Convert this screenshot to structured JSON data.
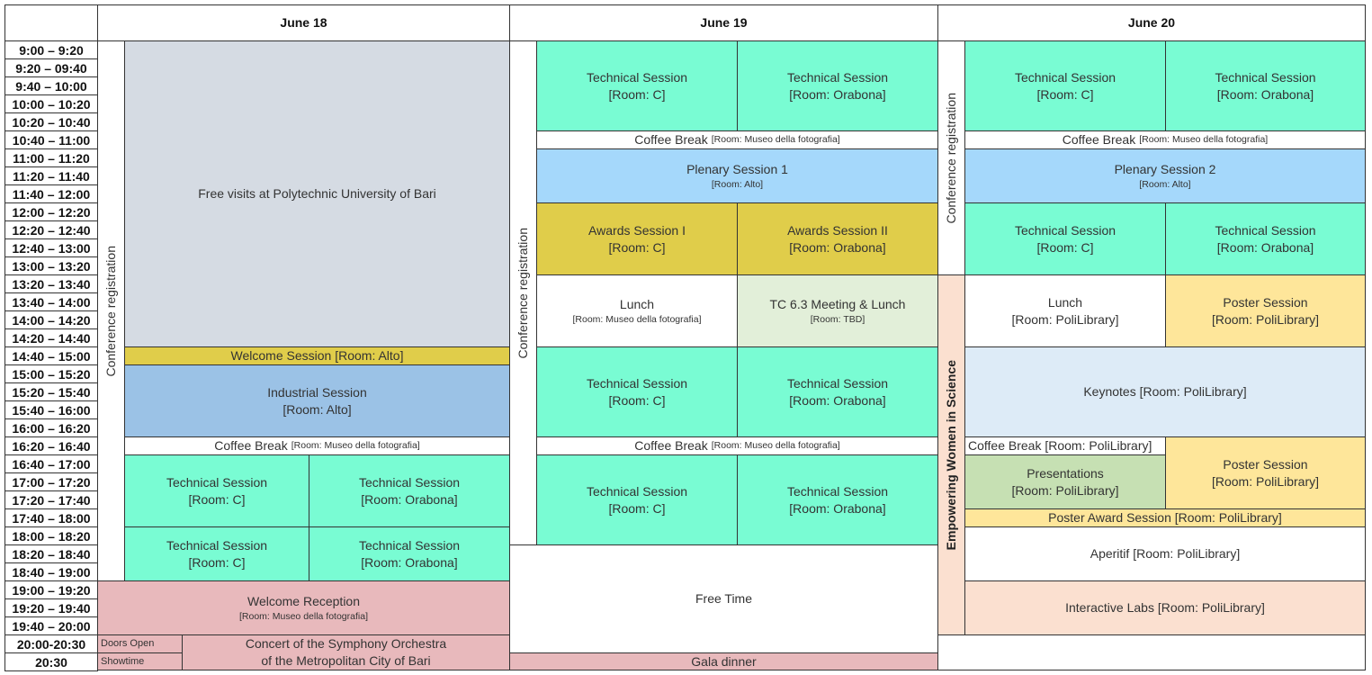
{
  "colors": {
    "technical": "#79fcd3",
    "free_visits": "#d5dbe3",
    "welcome_session": "#e0cd4a",
    "industrial": "#9bc2e6",
    "plenary": "#a5d8fb",
    "awards": "#e0cd4a",
    "tc_meeting": "#e2efd9",
    "reception": "#e8b9bc",
    "poster": "#fee69a",
    "keynotes": "#ddebf7",
    "presentations": "#c6e0b3",
    "interactive": "#fbe0d0",
    "empowering": "#fbe0d0",
    "white": "#ffffff"
  },
  "days": [
    "June 18",
    "June 19",
    "June 20"
  ],
  "times": [
    "9:00 – 9:20",
    "9:20 – 09:40",
    "9:40 – 10:00",
    "10:00 – 10:20",
    "10:20 – 10:40",
    "10:40 – 11:00",
    "11:00 – 11:20",
    "11:20 – 11:40",
    "11:40 – 12:00",
    "12:00 – 12:20",
    "12:20 – 12:40",
    "12:40 – 13:00",
    "13:00 – 13:20",
    "13:20 – 13:40",
    "13:40 – 14:00",
    "14:00 – 14:20",
    "14:20 – 14:40",
    "14:40 – 15:00",
    "15:00 – 15:20",
    "15:20 – 15:40",
    "15:40 – 16:00",
    "16:00 – 16:20",
    "16:20 – 16:40",
    "16:40 – 17:00",
    "17:00 – 17:20",
    "17:20 – 17:40",
    "17:40 – 18:00",
    "18:00 – 18:20",
    "18:20 – 18:40",
    "18:40 – 19:00",
    "19:00 – 19:20",
    "19:20 – 19:40",
    "19:40 – 20:00",
    "20:00-20:30",
    "20:30"
  ],
  "labels": {
    "conference_registration": "Conference registration",
    "empowering": "Empowering Women in Science",
    "technical_session": "Technical Session",
    "room_c": "[Room: C]",
    "room_orabona": "[Room: Orabona]",
    "coffee_break": "Coffee Break",
    "room_museo": "[Room: Museo della fotografia]",
    "free_visits": "Free visits at Polytechnic  University of Bari",
    "welcome_session": "Welcome Session [Room: Alto]",
    "industrial_session": "Industrial Session",
    "room_alto": "[Room: Alto]",
    "welcome_reception": "Welcome Reception",
    "doors_open": "Doors Open",
    "showtime": "Showtime",
    "concert_line1": "Concert of the Symphony Orchestra",
    "concert_line2": "of the Metropolitan City of Bari",
    "plenary_1": "Plenary Session 1",
    "plenary_2": "Plenary Session 2",
    "awards_1": "Awards Session I",
    "awards_2": "Awards Session II",
    "lunch": "Lunch",
    "tc_meeting": "TC 6.3 Meeting & Lunch",
    "room_tbd": "[Room: TBD]",
    "free_time": "Free Time",
    "gala_dinner": "Gala dinner",
    "room_polilibrary": "[Room: PoliLibrary]",
    "poster_session": "Poster Session",
    "keynotes": "Keynotes [Room: PoliLibrary]",
    "coffee_break_poli": "Coffee Break [Room: PoliLibrary]",
    "presentations": "Presentations",
    "poster_award": "Poster Award Session [Room: PoliLibrary]",
    "aperitif": "Aperitif [Room: PoliLibrary]",
    "interactive_labs": "Interactive Labs [Room: PoliLibrary]"
  }
}
